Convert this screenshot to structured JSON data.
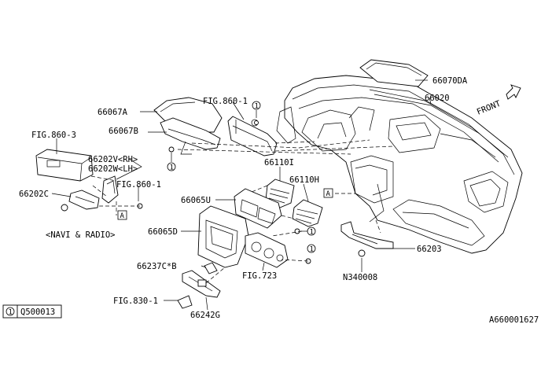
{
  "labels": {
    "p66070DA": "66070DA",
    "p66020": "66020",
    "front": "FRONT",
    "fig860_1_top": "FIG.860-1",
    "p66067A": "66067A",
    "p66067B": "66067B",
    "fig860_3": "FIG.860-3",
    "p66202V": "66202V<RH>",
    "p66202W": "66202W<LH>",
    "fig860_1_mid": "FIG.860-1",
    "p66202C": "66202C",
    "navi_radio": "<NAVI & RADIO>",
    "p66110I": "66110I",
    "p66110H": "66110H",
    "p66065U": "66065U",
    "p66065D": "66065D",
    "p66237C": "66237C*B",
    "fig723": "FIG.723",
    "fig830_1": "FIG.830-1",
    "p66242G": "66242G",
    "p66203": "66203",
    "pN340008": "N340008",
    "ref_A_left": "A",
    "ref_A_right": "A",
    "circle_1": "1"
  },
  "legend": {
    "symbol": "1",
    "part": "Q500013"
  },
  "diagram_id": "A660001627"
}
